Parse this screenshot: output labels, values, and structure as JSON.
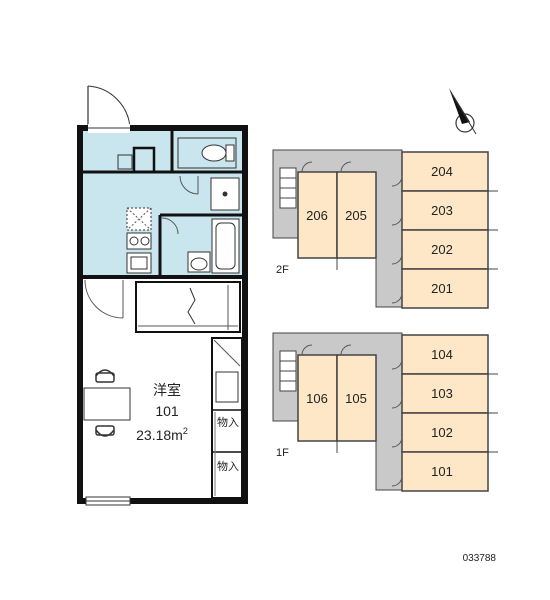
{
  "main_room": {
    "type_label": "洋室",
    "number": "101",
    "area": "23.18m",
    "area_sup": "2",
    "storage_1": "物入",
    "storage_2": "物入"
  },
  "site_plan": {
    "floor_2": {
      "floor_label": "2F",
      "units_left": [
        "206",
        "205"
      ],
      "units_right": [
        "204",
        "203",
        "202",
        "201"
      ]
    },
    "floor_1": {
      "floor_label": "1F",
      "units_left": [
        "106",
        "105"
      ],
      "units_right": [
        "104",
        "103",
        "102",
        "101"
      ]
    }
  },
  "reference_code": "033788",
  "icons": [
    "compass-icon",
    "toilet-icon",
    "washing-machine-icon",
    "bathtub-icon",
    "stove-icon",
    "sink-icon",
    "chair-icon",
    "table-icon",
    "door-icon",
    "stairs-icon",
    "closet-icon"
  ],
  "colors": {
    "wet_area": "#c9e6ee",
    "unit_fill": "#fde7c7",
    "corridor": "#c9c9c9",
    "wall": "#111111"
  }
}
